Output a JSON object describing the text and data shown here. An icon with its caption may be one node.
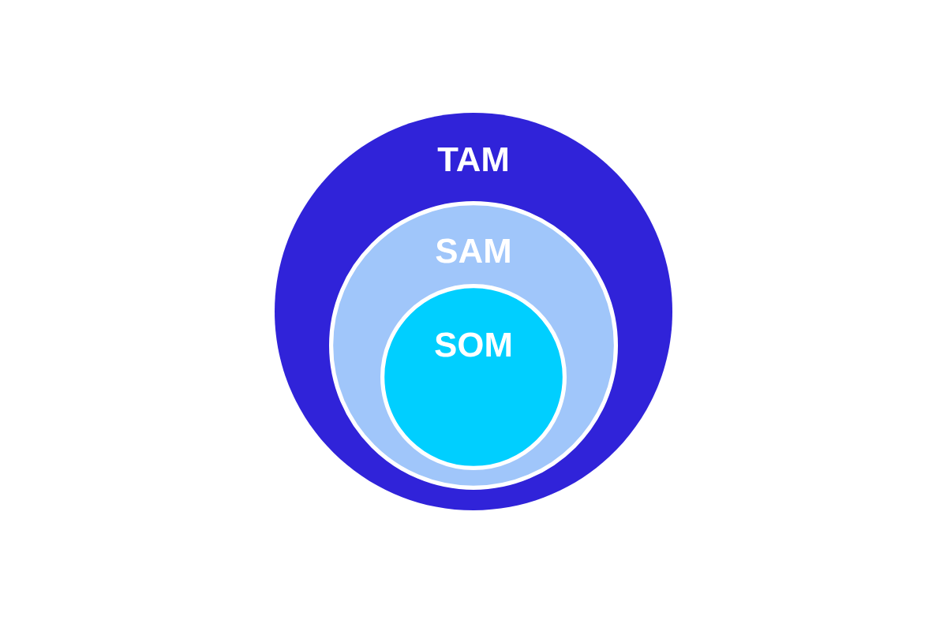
{
  "diagram": {
    "nodes": [
      {
        "text": [
          "TAM"
        ]
      },
      {
        "text": [
          "SAM"
        ],
        "in": 0
      },
      {
        "text": [
          "SOM"
        ],
        "in": 1
      }
    ]
  }
}
